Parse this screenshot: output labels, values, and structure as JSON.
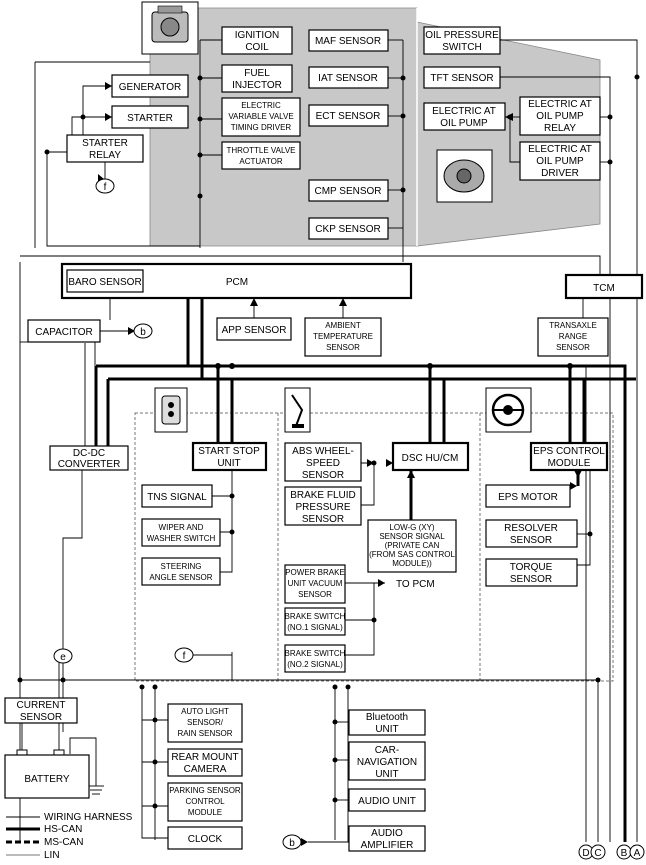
{
  "components": {
    "ignition_coil": [
      "IGNITION",
      "COIL"
    ],
    "fuel_injector": [
      "FUEL",
      "INJECTOR"
    ],
    "evvt_driver": [
      "ELECTRIC",
      "VARIABLE VALVE",
      "TIMING DRIVER"
    ],
    "throttle_actuator": [
      "THROTTLE VALVE",
      "ACTUATOR"
    ],
    "maf_sensor": "MAF SENSOR",
    "iat_sensor": "IAT SENSOR",
    "ect_sensor": "ECT SENSOR",
    "cmp_sensor": "CMP SENSOR",
    "ckp_sensor": "CKP SENSOR",
    "oil_pressure_switch": [
      "OIL PRESSURE",
      "SWITCH"
    ],
    "tft_sensor": "TFT SENSOR",
    "at_oil_pump": [
      "ELECTRIC AT",
      "OIL PUMP"
    ],
    "at_oil_pump_relay": [
      "ELECTRIC AT",
      "OIL PUMP",
      "RELAY"
    ],
    "at_oil_pump_driver": [
      "ELECTRIC AT",
      "OIL PUMP",
      "DRIVER"
    ],
    "generator": "GENERATOR",
    "starter": "STARTER",
    "starter_relay": [
      "STARTER",
      "RELAY"
    ],
    "baro_sensor": "BARO SENSOR",
    "pcm": "PCM",
    "tcm": "TCM",
    "capacitor": "CAPACITOR",
    "app_sensor": "APP SENSOR",
    "ambient_sensor": [
      "AMBIENT",
      "TEMPERATURE",
      "SENSOR"
    ],
    "transaxle_range": [
      "TRANSAXLE",
      "RANGE",
      "SENSOR"
    ],
    "dcdc": [
      "DC-DC",
      "CONVERTER"
    ],
    "start_stop_unit": [
      "START STOP",
      "UNIT"
    ],
    "tns_signal": "TNS SIGNAL",
    "wiper_switch": [
      "WIPER AND",
      "WASHER SWITCH"
    ],
    "steering_sensor": [
      "STEERING",
      "ANGLE SENSOR"
    ],
    "abs_sensor": [
      "ABS WHEEL-",
      "SPEED",
      "SENSOR"
    ],
    "brake_fluid": [
      "BRAKE FLUID",
      "PRESSURE",
      "SENSOR"
    ],
    "dsc": "DSC HU/CM",
    "lowg_sensor": [
      "LOW-G (XY)",
      "SENSOR SIGNAL",
      "(PRIVATE CAN",
      "(FROM SAS CONTROL",
      "MODULE))"
    ],
    "brake_vacuum": [
      "POWER BRAKE",
      "UNIT VACUUM",
      "SENSOR"
    ],
    "to_pcm": "TO PCM",
    "brake_switch_1": [
      "BRAKE SWITCH",
      "(NO.1 SIGNAL)"
    ],
    "brake_switch_2": [
      "BRAKE SWITCH",
      "(NO.2 SIGNAL)"
    ],
    "eps_module": [
      "EPS CONTROL",
      "MODULE"
    ],
    "eps_motor": "EPS MOTOR",
    "resolver": [
      "RESOLVER",
      "SENSOR"
    ],
    "torque": [
      "TORQUE",
      "SENSOR"
    ],
    "current_sensor": [
      "CURRENT",
      "SENSOR"
    ],
    "battery": "BATTERY",
    "auto_light": [
      "AUTO LIGHT",
      "SENSOR/",
      "RAIN SENSOR"
    ],
    "rear_camera": [
      "REAR MOUNT",
      "CAMERA"
    ],
    "parking_sensor": [
      "PARKING SENSOR",
      "CONTROL",
      "MODULE"
    ],
    "clock": "CLOCK",
    "bluetooth": [
      "Bluetooth",
      "UNIT"
    ],
    "car_nav": [
      "CAR-",
      "NAVIGATION",
      "UNIT"
    ],
    "audio_unit": "AUDIO UNIT",
    "audio_amp": [
      "AUDIO",
      "AMPLIFIER"
    ]
  },
  "connectors": {
    "b1": "b",
    "b2": "b",
    "e": "e",
    "f1": "f",
    "f2": "f"
  },
  "bus_letters": [
    "D",
    "C",
    "B",
    "A"
  ],
  "legend": [
    "WIRING HARNESS",
    "HS-CAN",
    "MS-CAN",
    "LIN"
  ]
}
